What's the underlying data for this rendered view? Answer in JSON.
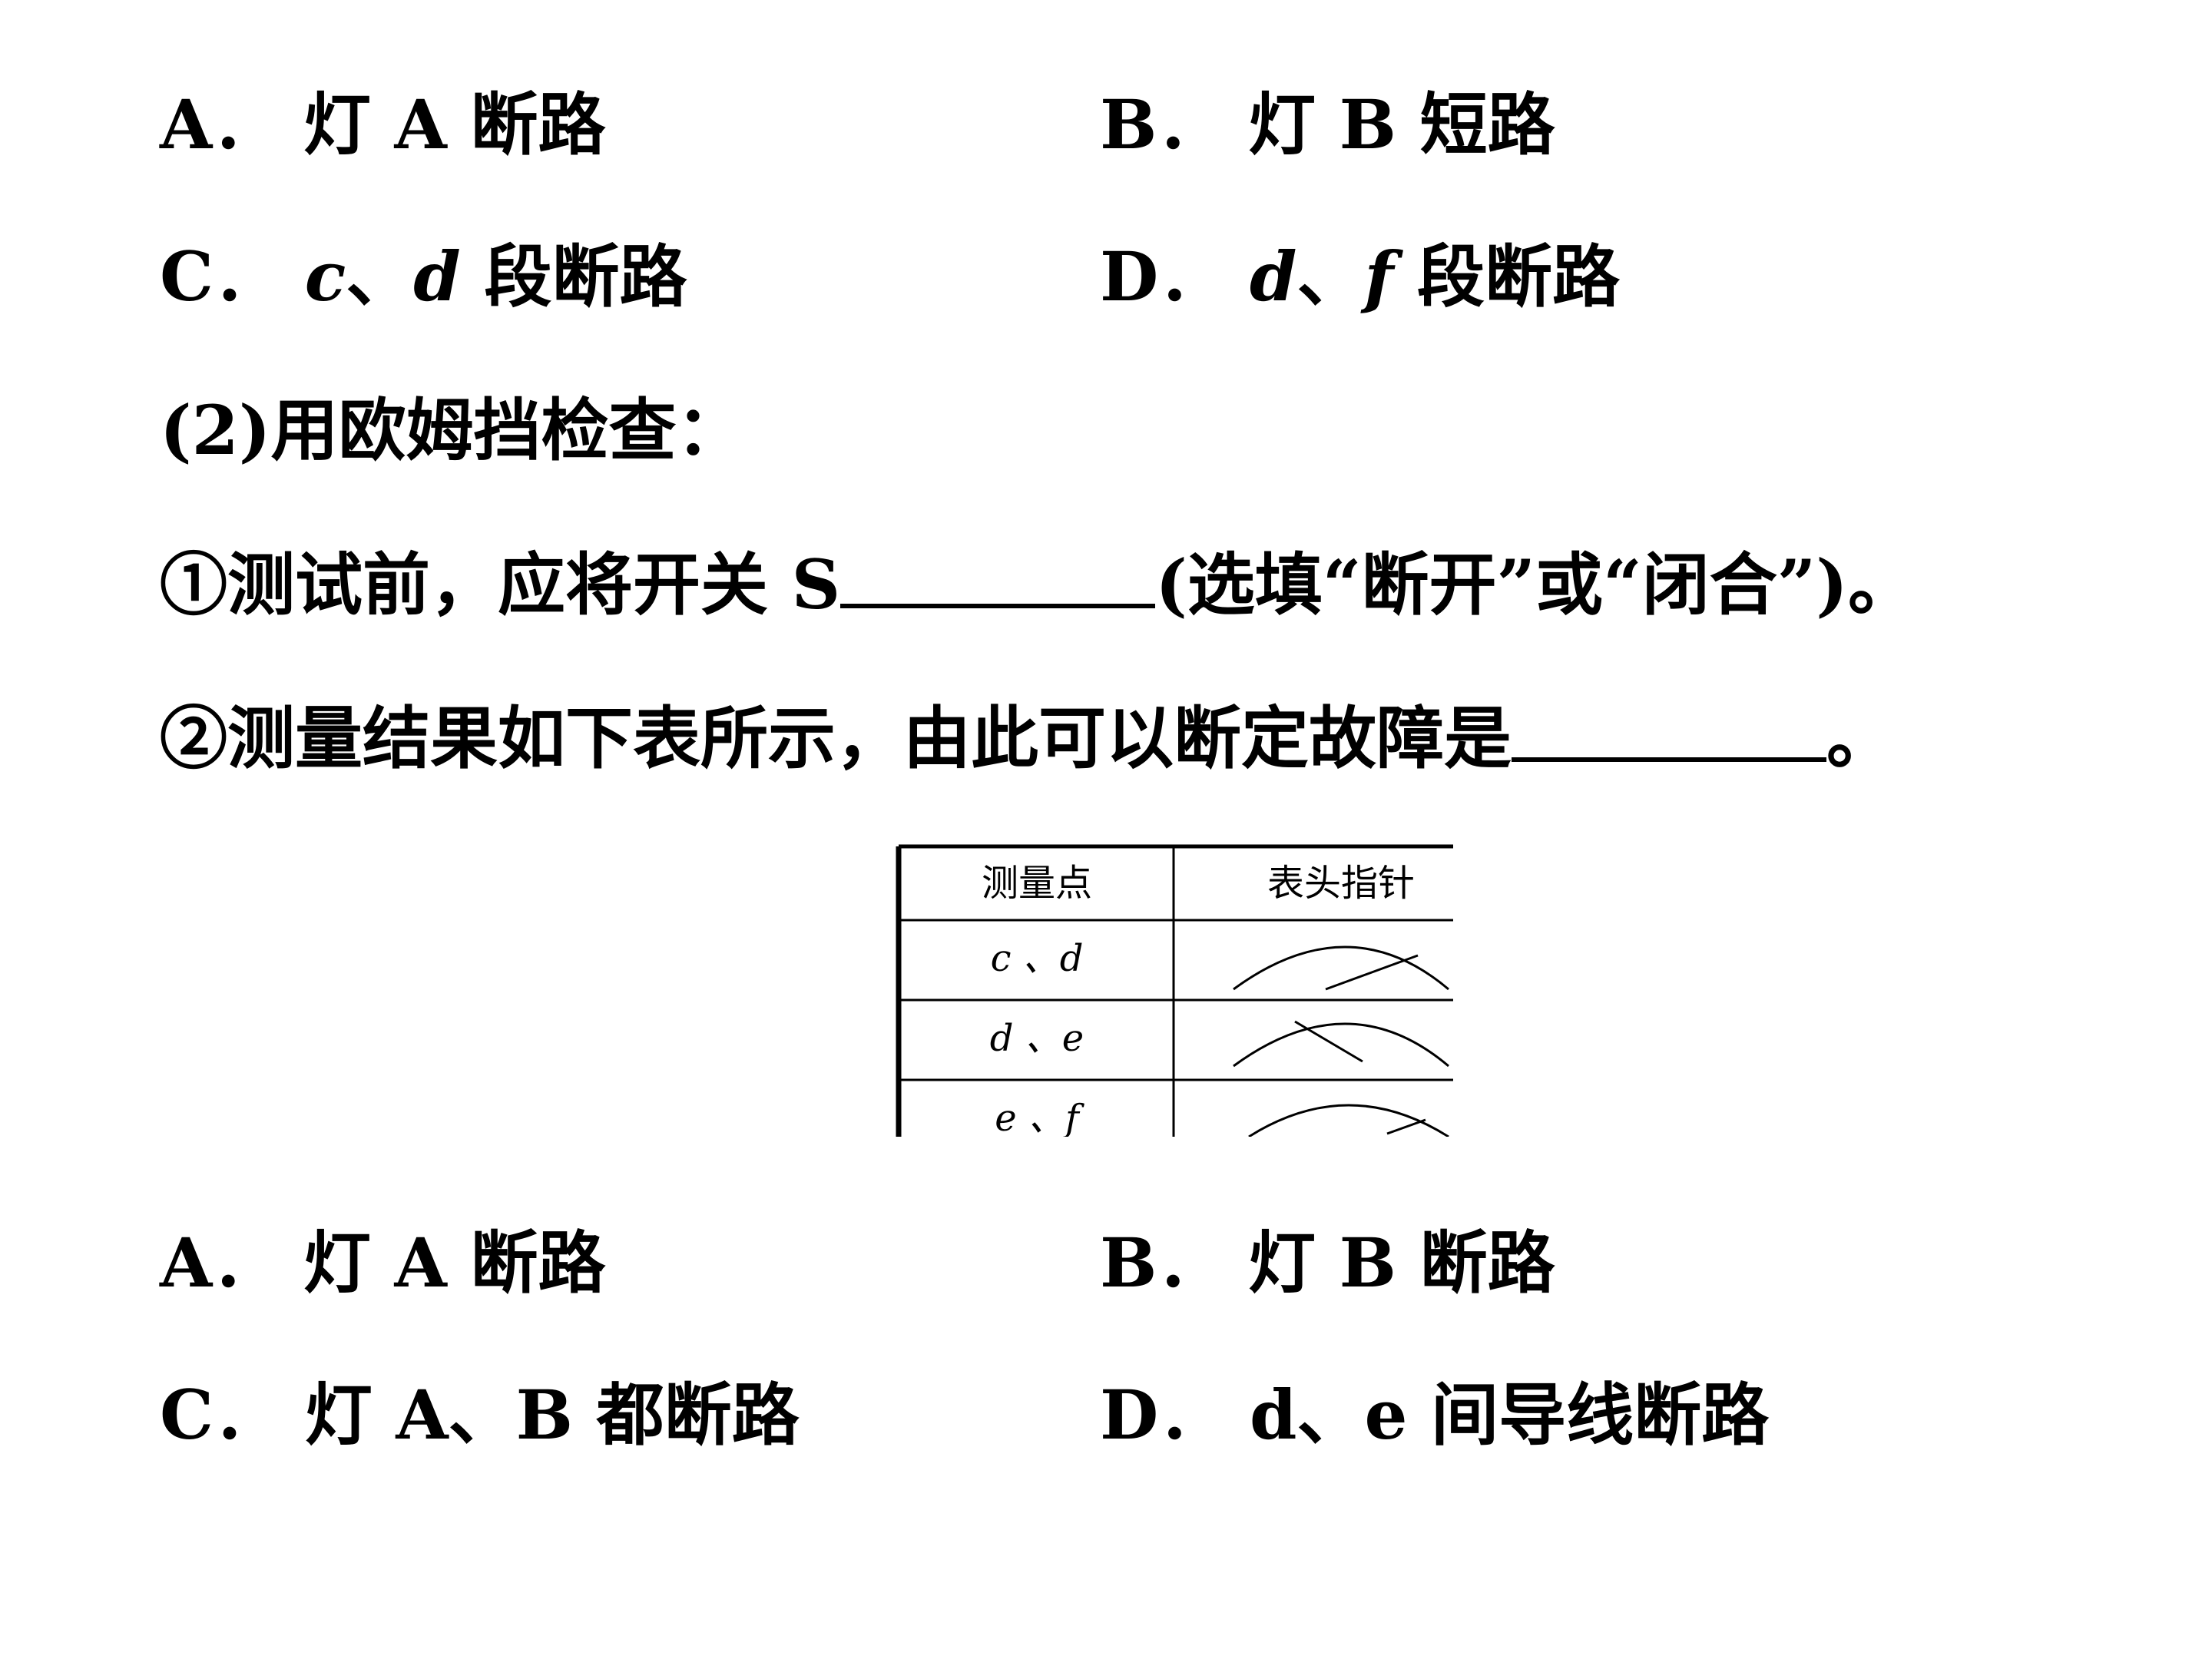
{
  "q1_options": {
    "a": {
      "letter": "A．",
      "text": "灯 A 断路"
    },
    "b": {
      "letter": "B．",
      "text": "灯 B 短路"
    },
    "c": {
      "letter": "C．",
      "text_parts": [
        "c",
        "、",
        "d",
        " 段断路"
      ]
    },
    "d": {
      "letter": "D．",
      "text_parts": [
        "d",
        "、",
        "f",
        " 段断路"
      ]
    }
  },
  "part2": {
    "heading": "(2)用欧姆挡检查：",
    "step1_prefix": "①测试前，应将开关 S",
    "step1_suffix": "(选填“断开”或“闭合”)。",
    "step2_prefix": "②测量结果如下表所示，由此可以断定故障是",
    "step2_suffix": "。"
  },
  "table": {
    "headers": [
      "测量点",
      "表头指针"
    ],
    "rows": [
      {
        "point": "c 、d",
        "pointer": "right-deflection"
      },
      {
        "point": "d 、e",
        "pointer": "left-deflection"
      },
      {
        "point": "e 、f",
        "pointer": "right-deflection"
      }
    ]
  },
  "q2_options": {
    "a": {
      "letter": "A．",
      "text": "灯 A 断路"
    },
    "b": {
      "letter": "B．",
      "text": "灯 B 断路"
    },
    "c": {
      "letter": "C．",
      "text": "灯 A、B 都断路"
    },
    "d": {
      "letter": "D．",
      "text": "d、e 间导线断路"
    }
  }
}
